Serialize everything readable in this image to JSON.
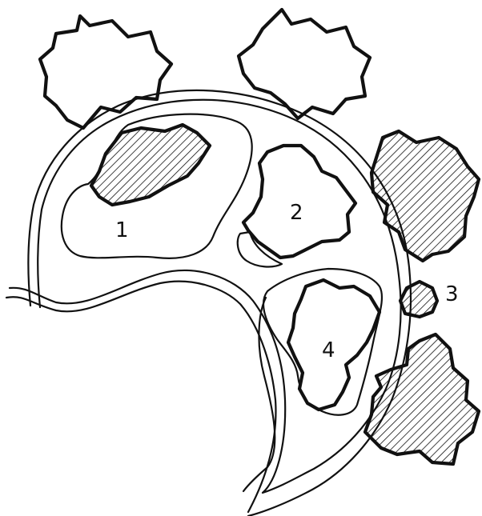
{
  "diagram": {
    "labels": {
      "one": "1",
      "two": "2",
      "three": "3",
      "four": "4"
    },
    "colors": {
      "ink": "#111111",
      "background": "#ffffff"
    },
    "fill_styles": {
      "cargo_1": "hatched",
      "cargo_2": "plain",
      "cargo_3": "hatched",
      "cargo_4": "plain",
      "free_particles_top": "plain",
      "free_particles_right": "hatched"
    }
  }
}
